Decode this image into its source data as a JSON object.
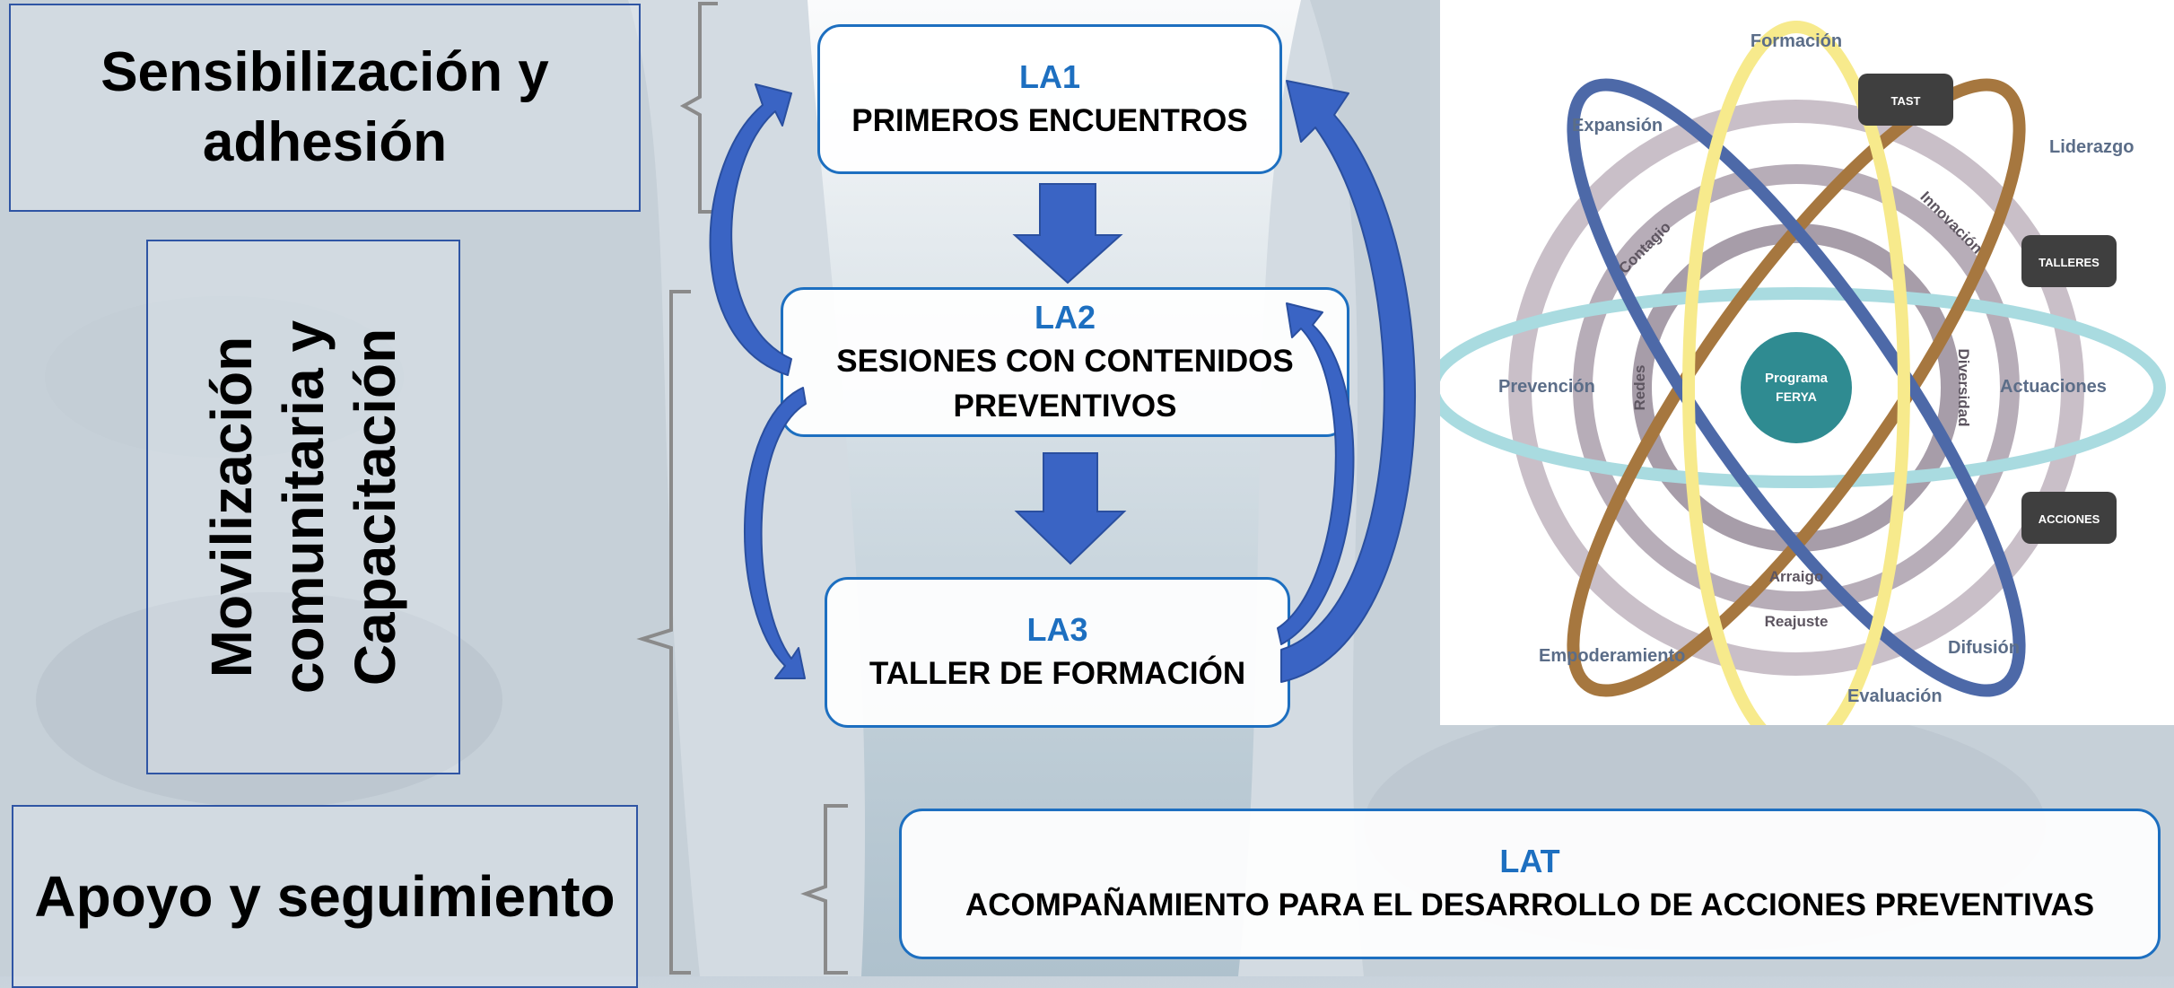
{
  "phases": {
    "awareness": {
      "line1": "Sensibilización y",
      "line2": "adhesión"
    },
    "mobilization": {
      "line1": "Movilización",
      "line2": "comunitaria y",
      "line3": "Capacitación"
    },
    "support": {
      "label": "Apoyo y seguimiento"
    }
  },
  "actions": {
    "la1": {
      "code": "LA1",
      "title": "PRIMEROS ENCUENTROS"
    },
    "la2": {
      "code": "LA2",
      "title_line1": "SESIONES CON CONTENIDOS",
      "title_line2": "PREVENTIVOS"
    },
    "la3": {
      "code": "LA3",
      "title": "TALLER DE FORMACIÓN"
    },
    "lat": {
      "code": "LAT",
      "title": "ACOMPAÑAMIENTO PARA EL DESARROLLO DE ACCIONES PREVENTIVAS"
    }
  },
  "ferya_model": {
    "center_line1": "Programa",
    "center_line2": "FERYA",
    "outer_labels": {
      "formacion": "Formación",
      "liderazgo": "Liderazgo",
      "actuaciones": "Actuaciones",
      "difusion": "Difusión",
      "evaluacion": "Evaluación",
      "empoderamiento": "Empoderamiento",
      "prevencion": "Prevención",
      "expansion": "Expansión"
    },
    "inner_labels": {
      "contagio": "Contagio",
      "innovacion": "Innovación",
      "diversidad": "Diversidad",
      "redes": "Redes",
      "arraigo": "Arraigo",
      "reajuste": "Reajuste"
    },
    "tags": {
      "tast": "TAST",
      "talleres": "TALLERES",
      "acciones": "ACCIONES"
    }
  },
  "colors": {
    "accent_blue": "#1d6fc0",
    "arrow_blue": "#3a64c4",
    "phase_border": "#2f55a4",
    "orbit_yellow": "#f7ea8c",
    "orbit_teal": "#a9dbe0",
    "orbit_brown": "#a6773f",
    "orbit_navy": "#4d69a8",
    "center_teal": "#2f8b91"
  }
}
